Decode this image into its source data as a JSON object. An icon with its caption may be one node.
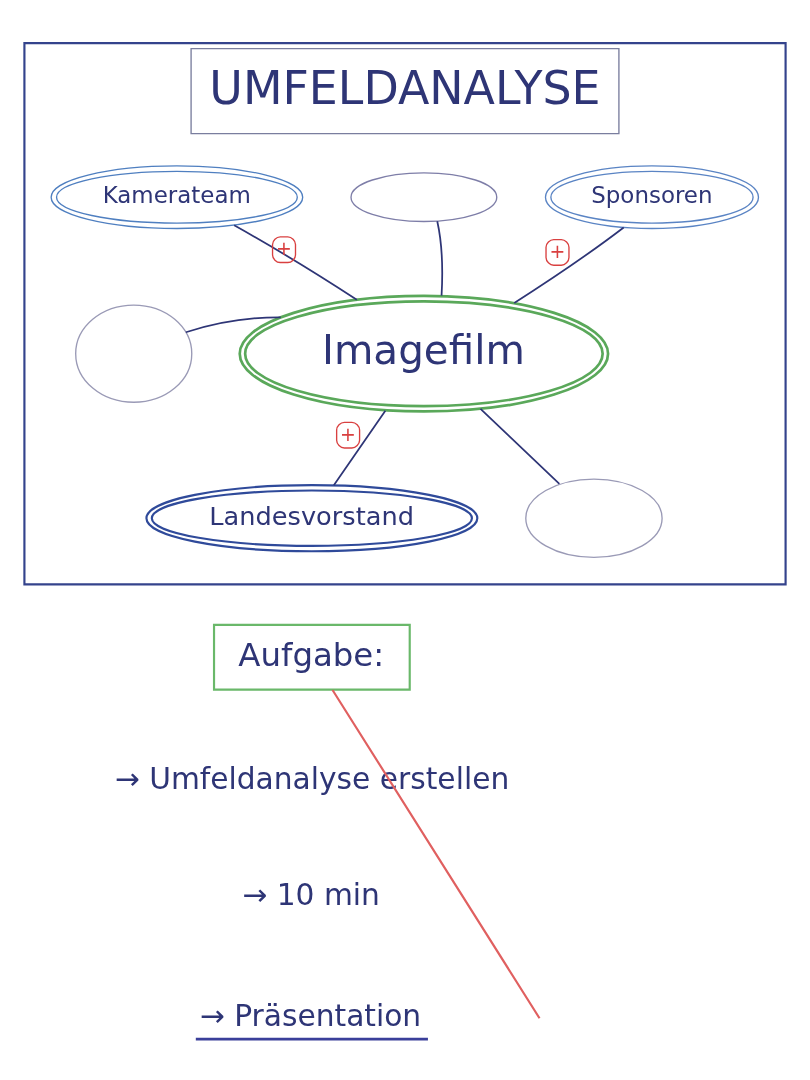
{
  "diagram": {
    "nodes": [
      {
        "text": [
          "UMFELDANALYSE"
        ]
      },
      {
        "text": [
          "Kamerateam"
        ],
        "in": 0
      },
      {
        "text": [],
        "shape": "ellipse",
        "in": 0
      },
      {
        "text": [
          "Sponsoren"
        ],
        "in": 0
      },
      {
        "text": [],
        "shape": "ellipse",
        "in": 0
      },
      {
        "text": [
          "Imagefilm"
        ],
        "in": 0
      },
      {
        "text": [
          "Landesvorstand"
        ],
        "in": 0
      },
      {
        "text": [],
        "shape": "ellipse",
        "in": 0
      },
      {
        "text": [
          "Aufgabe:"
        ]
      }
    ],
    "edges": [
      {
        "from": 5,
        "to": 1,
        "arrow": "none",
        "label": "+"
      },
      {
        "from": 5,
        "to": 2,
        "arrow": "none"
      },
      {
        "from": 5,
        "to": 3,
        "arrow": "none",
        "label": "+"
      },
      {
        "from": 5,
        "to": 4,
        "arrow": "none"
      },
      {
        "from": 5,
        "to": 7,
        "arrow": "none"
      },
      {
        "from": 5,
        "to": 6,
        "arrow": "none",
        "label": "+"
      },
      {
        "from": 8,
        "to": null,
        "arrow": "none",
        "color": "#e06060"
      }
    ],
    "labels": [
      "→ Umfeldanalyse erstellen",
      "→ 10 min",
      "→ Präsentation"
    ]
  }
}
